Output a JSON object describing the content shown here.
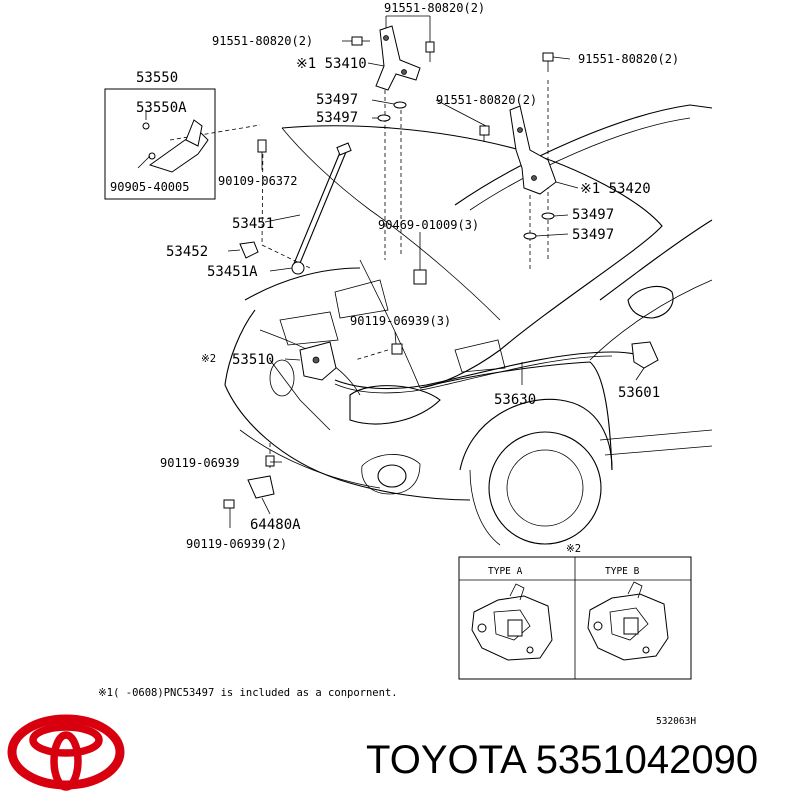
{
  "labels": {
    "p91551_top": "91551-80820(2)",
    "p91551_left": "91551-80820(2)",
    "p53410": "※1 53410",
    "p91551_right": "91551-80820(2)",
    "p53550": "53550",
    "p53550A": "53550A",
    "p53497_a": "53497",
    "p53497_b": "53497",
    "p91551_mid": "91551-80820(2)",
    "p90905": "90905-40005",
    "p90109": "90109-06372",
    "p53420": "※1 53420",
    "p53451": "53451",
    "p90469": "90469-01009(3)",
    "p53497_c": "53497",
    "p53497_d": "53497",
    "p53452": "53452",
    "p53451A": "53451A",
    "p90119_a": "90119-06939(3)",
    "p53510_mark": "※2",
    "p53510": "53510",
    "p53601": "53601",
    "p53630": "53630",
    "p90119_b": "90119-06939",
    "p64480A": "64480A",
    "p90119_c": "90119-06939(2)"
  },
  "inset": {
    "mark": "※2",
    "type_a": "TYPE  A",
    "type_b": "TYPE  B"
  },
  "footnote": "※1(     -0608)PNC53497 is included as a conpornent.",
  "diagram_code": "532063H",
  "brand": {
    "name": "TOYOTA",
    "part_number": "5351042090",
    "logo_color": "#d8000f"
  }
}
